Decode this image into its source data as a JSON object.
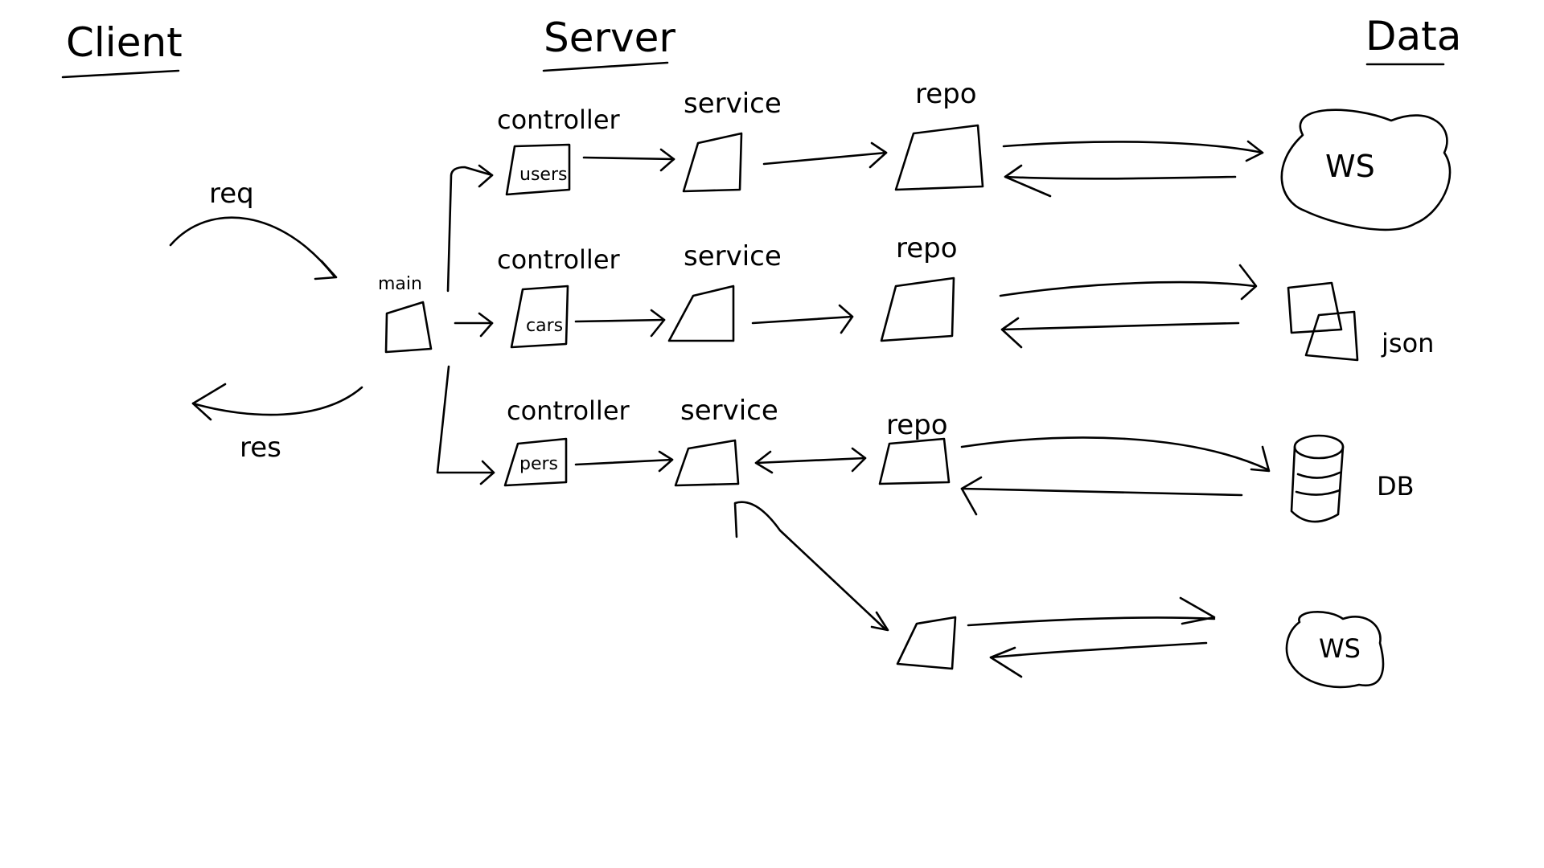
{
  "headings": {
    "client": "Client",
    "server": "Server",
    "data": "Data"
  },
  "client": {
    "req": "req",
    "res": "res"
  },
  "main": {
    "label": "main"
  },
  "rows": [
    {
      "controller_label": "controller",
      "controller_text": "users",
      "service_label": "service",
      "repo_label": "repo",
      "store_text": "WS",
      "store_icon": "cloud-icon"
    },
    {
      "controller_label": "controller",
      "controller_text": "cars",
      "service_label": "service",
      "repo_label": "repo",
      "store_label": "json",
      "store_icon": "files-icon"
    },
    {
      "controller_label": "controller",
      "controller_text": "pers",
      "service_label": "service",
      "repo_label": "repo",
      "store_label": "DB",
      "store_icon": "database-icon"
    },
    {
      "store_text": "WS",
      "store_icon": "cloud-icon"
    }
  ],
  "ink_color": "#000000"
}
